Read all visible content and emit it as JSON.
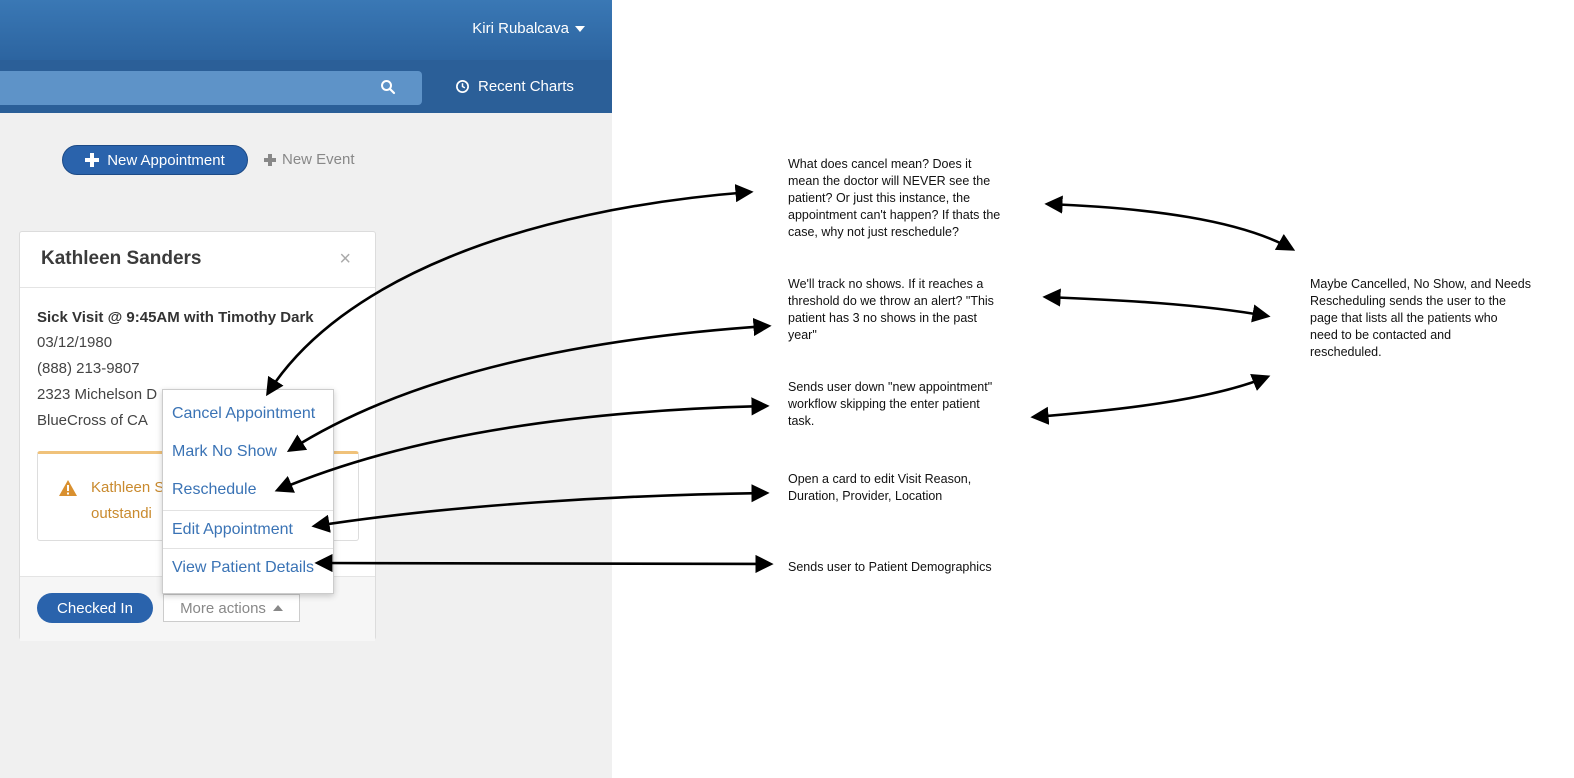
{
  "header": {
    "user_name": "Kiri Rubalcava",
    "recent_charts_label": "Recent Charts"
  },
  "toolbar": {
    "new_appointment_label": "New Appointment",
    "new_event_label": "New Event"
  },
  "card": {
    "patient_name": "Kathleen Sanders",
    "close_glyph": "×",
    "appointment_line": "Sick Visit @ 9:45AM with Timothy Dark",
    "dob": "03/12/1980",
    "phone": "(888) 213-9807",
    "address": "2323 Michelson D",
    "insurance": "BlueCross of CA",
    "alert_text": "Kathleen S\noutstandi",
    "checked_in_label": "Checked In",
    "more_actions_label": "More actions"
  },
  "dropdown": {
    "items": [
      "Cancel Appointment",
      "Mark No Show",
      "Reschedule",
      "Edit Appointment",
      "View Patient Details"
    ]
  },
  "annotations": {
    "cancel_note": "What does cancel mean? Does it\nmean the doctor will NEVER see the\npatient? Or just this instance, the\nappointment can't happen? If thats the\ncase, why not just reschedule?",
    "no_show_note": "We'll track no shows. If it reaches a\nthreshold do we throw an alert? \"This\npatient has 3 no shows in the past\nyear\"",
    "reschedule_note": "Sends user down \"new appointment\"\nworkflow skipping the enter patient\ntask.",
    "edit_note": "Open a card to edit Visit Reason,\nDuration, Provider, Location",
    "view_note": "Sends user to Patient Demographics",
    "side_note": "Maybe Cancelled, No Show, and Needs\nRescheduling sends the user to the\npage that lists all the patients who\nneed to be contacted and\nrescheduled."
  },
  "colors": {
    "header_blue": "#2c64a0",
    "primary_button": "#2a63ac",
    "link_blue": "#3a73b5",
    "warning_orange": "#c98a2e"
  },
  "icons": {
    "search": "search-icon",
    "recent": "history-icon",
    "warning": "warning-icon",
    "close": "close-icon"
  }
}
